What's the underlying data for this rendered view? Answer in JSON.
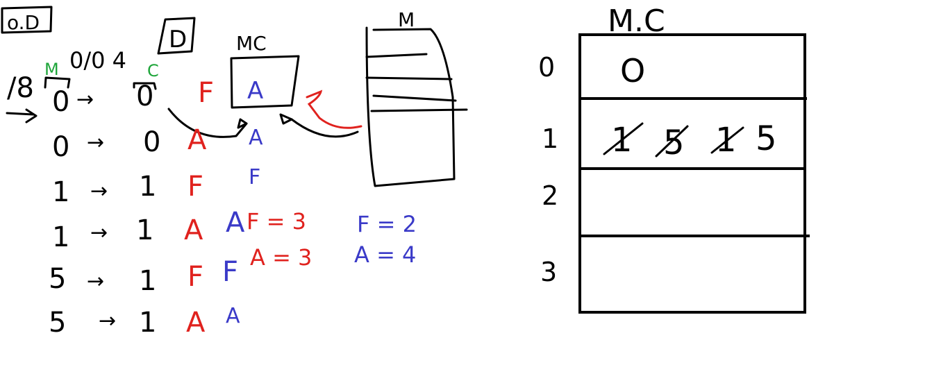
{
  "labels": {
    "box_od": "o.D",
    "box_d": "D",
    "mc_top": "MC",
    "m_top": "M",
    "m_label": "M",
    "c_label": "C",
    "fraction": "0/0 4",
    "slash_eight": "/8",
    "cache_a": "A",
    "cache_a2": "A",
    "cache_f": "F",
    "red_f_top": "F"
  },
  "rows": [
    {
      "from": "0",
      "to": "0",
      "result": "F",
      "cache": ""
    },
    {
      "from": "0",
      "to": "0",
      "result": "A",
      "cache": ""
    },
    {
      "from": "1",
      "to": "1",
      "result": "F",
      "cache": ""
    },
    {
      "from": "1",
      "to": "1",
      "result": "A",
      "cache": "A"
    },
    {
      "from": "5",
      "to": "1",
      "result": "F",
      "cache": "F"
    },
    {
      "from": "5",
      "to": "1",
      "result": "A",
      "cache": "A"
    }
  ],
  "totals_red": [
    "F = 3",
    "A = 3"
  ],
  "totals_blue": [
    "F = 2",
    "A = 4"
  ],
  "mc_table": {
    "title": "M.C",
    "rows": [
      {
        "index": "0",
        "content": "O",
        "struck": []
      },
      {
        "index": "1",
        "content": "",
        "struck": [
          "1",
          "5",
          "1"
        ],
        "final": "5"
      },
      {
        "index": "2",
        "content": "",
        "struck": []
      },
      {
        "index": "3",
        "content": "",
        "struck": []
      }
    ]
  },
  "colors": {
    "ink": "#000000",
    "red": "#e0221e",
    "blue": "#3a3ac8",
    "green": "#1ea53a"
  }
}
